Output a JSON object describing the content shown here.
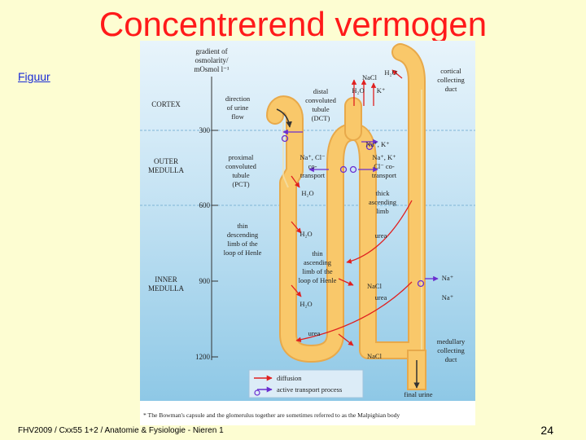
{
  "slide": {
    "title": "Concentrerend vermogen",
    "link_label": "Figuur",
    "footer": "FHV2009 / Cxx55 1+2 / Anatomie & Fysiologie - Nieren 1",
    "page_number": "24"
  },
  "figure": {
    "scale_title": [
      "gradient of",
      "osmolarity/",
      "mOsmol l⁻¹"
    ],
    "zones": [
      {
        "label": [
          "CORTEX"
        ]
      },
      {
        "label": [
          "OUTER",
          "MEDULLA"
        ]
      },
      {
        "label": [
          "INNER",
          "MEDULLA"
        ]
      }
    ],
    "ticks": [
      "300",
      "600",
      "900",
      "1200"
    ],
    "labels": {
      "direction": [
        "direction",
        "of urine",
        "flow"
      ],
      "pct": [
        "proximal",
        "convoluted",
        "tubule",
        "(PCT)"
      ],
      "thin_desc": [
        "thin",
        "descending",
        "limb of the",
        "loop of Henle"
      ],
      "dct": [
        "distal",
        "convoluted",
        "tubule",
        "(DCT)"
      ],
      "thin_asc": [
        "thin",
        "ascending",
        "limb of the",
        "loop of Henle"
      ],
      "thick_asc": [
        "thick",
        "ascending",
        "limb"
      ],
      "cortical_cd": [
        "cortical",
        "collecting",
        "duct"
      ],
      "medullary_cd": [
        "medullary",
        "collecting",
        "duct"
      ],
      "final_urine": "final urine"
    },
    "substances": {
      "nacl": "NaCl",
      "h2o": "H₂O",
      "kplus": "K⁺",
      "na_k": "Na⁺, K⁺",
      "na_cl_co": [
        "Na⁺, Cl⁻",
        "co-",
        "transport"
      ],
      "na_k_cl_co": [
        "Na⁺, K⁺",
        "Cl⁻ co-",
        "transport"
      ],
      "urea": "urea",
      "naplus": "Na⁺"
    },
    "legend": {
      "diffusion": "diffusion",
      "active": "active transport process"
    },
    "footnote": "* The Bowman's capsule and the glomerulus together are sometimes referred to as the Malpighian body",
    "colors": {
      "tubule": "#f9c86a",
      "tubule_edge": "#e8a94a",
      "diffusion_arrow": "#e02020",
      "active_arrow": "#6a2fd0",
      "bg_top": "#e4f2fb",
      "bg_bottom": "#8cc8e8"
    }
  }
}
